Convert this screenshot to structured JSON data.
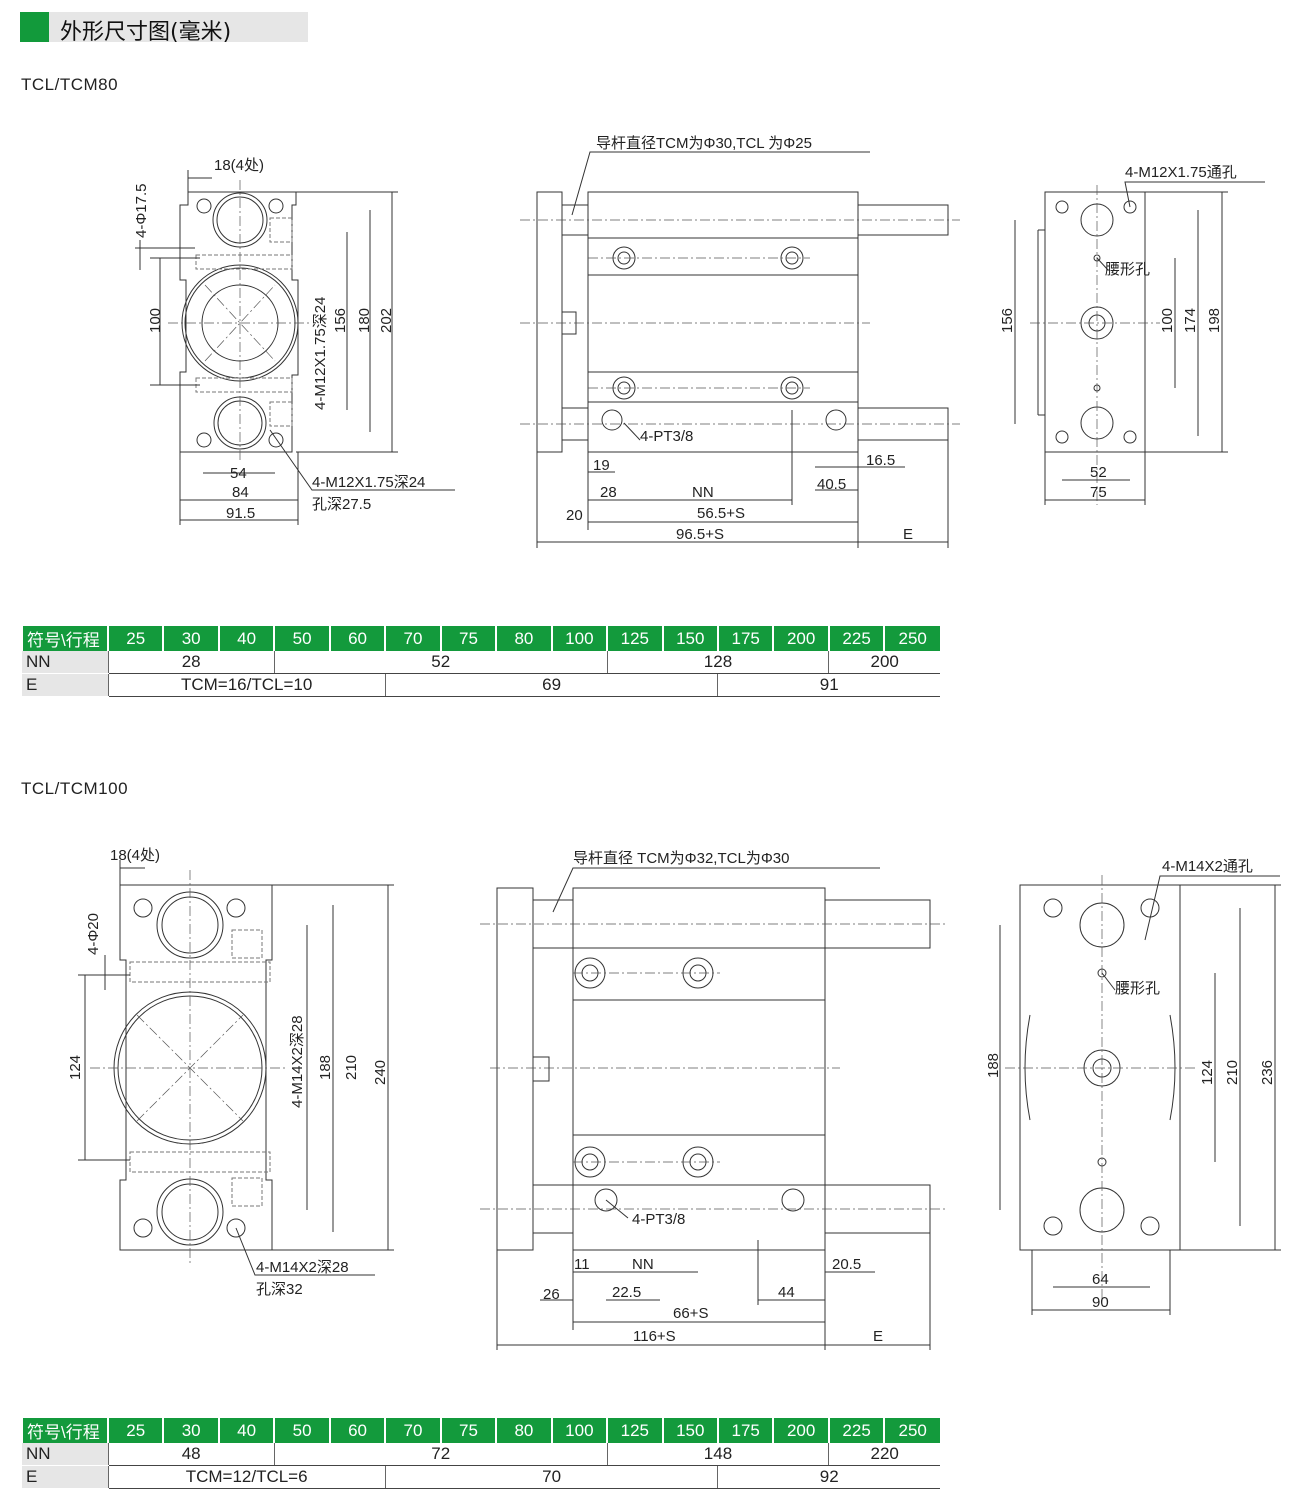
{
  "title": "外形尺寸图(毫米)",
  "colors": {
    "accent": "#139a3c",
    "header_bg": "#e6e6e6"
  },
  "sections": [
    {
      "model": "TCL/TCM80",
      "front": {
        "pitch": "18(4处)",
        "holes": "4-Φ17.5",
        "d100": "100",
        "thread": "4-M12X1.75深24",
        "d156": "156",
        "d180": "180",
        "d202": "202",
        "d54": "54",
        "d84": "84",
        "d91_5": "91.5",
        "callout1": "4-M12X1.75深24",
        "callout2": "孔深27.5"
      },
      "side": {
        "rod_note": "导杆直径TCM为Φ30,TCL 为Φ25",
        "port": "4-PT3/8",
        "d19": "19",
        "d28": "28",
        "nn": "NN",
        "d20": "20",
        "d56": "56.5+S",
        "d96": "96.5+S",
        "d16_5": "16.5",
        "d40_5": "40.5",
        "e": "E"
      },
      "rear": {
        "thru": "4-M12X1.75通孔",
        "slot": "腰形孔",
        "d156": "156",
        "d100": "100",
        "d174": "174",
        "d198": "198",
        "d52": "52",
        "d75": "75"
      },
      "table": {
        "header_label": "符号\\行程",
        "strokes": [
          "25",
          "30",
          "40",
          "50",
          "60",
          "70",
          "75",
          "80",
          "100",
          "125",
          "150",
          "175",
          "200",
          "225",
          "250"
        ],
        "rows": [
          {
            "label": "NN",
            "cells": [
              {
                "value": "28",
                "span": 3
              },
              {
                "value": "52",
                "span": 6
              },
              {
                "value": "128",
                "span": 4
              },
              {
                "value": "200",
                "span": 2
              }
            ]
          },
          {
            "label": "E",
            "cells": [
              {
                "value": "TCM=16/TCL=10",
                "span": 5
              },
              {
                "value": "69",
                "span": 6
              },
              {
                "value": "91",
                "span": 4
              }
            ]
          }
        ]
      }
    },
    {
      "model": "TCL/TCM100",
      "front": {
        "pitch": "18(4处)",
        "holes": "4-Φ20",
        "d124": "124",
        "thread": "4-M14X2深28",
        "d188": "188",
        "d210": "210",
        "d240": "240",
        "callout1": "4-M14X2深28",
        "callout2": "孔深32"
      },
      "side": {
        "rod_note": "导杆直径 TCM为Φ32,TCL为Φ30",
        "port": "4-PT3/8",
        "d11": "11",
        "nn": "NN",
        "d26": "26",
        "d22_5": "22.5",
        "d66": "66+S",
        "d116": "116+S",
        "d20_5": "20.5",
        "d44": "44",
        "e": "E"
      },
      "rear": {
        "thru": "4-M14X2通孔",
        "slot": "腰形孔",
        "d188": "188",
        "d124": "124",
        "d210": "210",
        "d236": "236",
        "d64": "64",
        "d90": "90"
      },
      "table": {
        "header_label": "符号\\行程",
        "strokes": [
          "25",
          "30",
          "40",
          "50",
          "60",
          "70",
          "75",
          "80",
          "100",
          "125",
          "150",
          "175",
          "200",
          "225",
          "250"
        ],
        "rows": [
          {
            "label": "NN",
            "cells": [
              {
                "value": "48",
                "span": 3
              },
              {
                "value": "72",
                "span": 6
              },
              {
                "value": "148",
                "span": 4
              },
              {
                "value": "220",
                "span": 2
              }
            ]
          },
          {
            "label": "E",
            "cells": [
              {
                "value": "TCM=12/TCL=6",
                "span": 5
              },
              {
                "value": "70",
                "span": 6
              },
              {
                "value": "92",
                "span": 4
              }
            ]
          }
        ]
      }
    }
  ]
}
